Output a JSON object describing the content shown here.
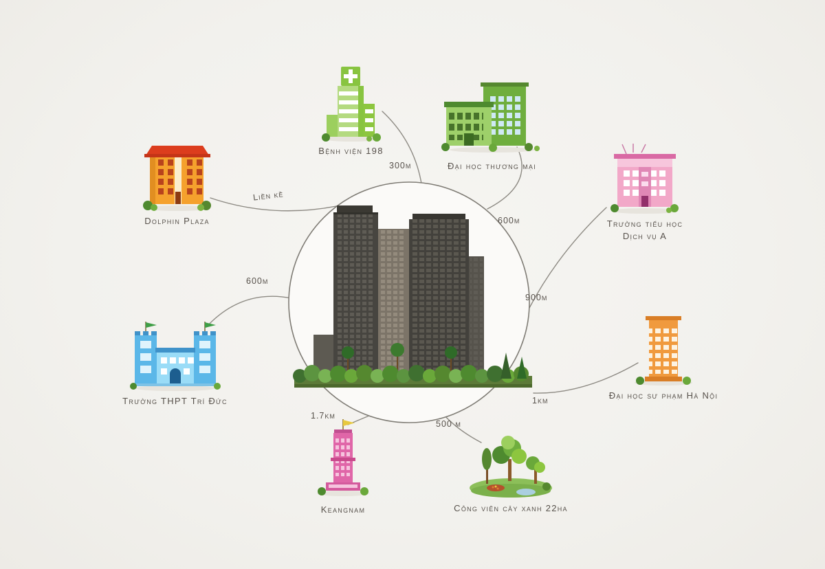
{
  "palette": {
    "background": "#f3f2ee",
    "connector_line": "#8d8a83",
    "circle_stroke": "#7f7c75",
    "label_text": "#56504a",
    "dolphin_orange": "#f5a12d",
    "dolphin_roof_red": "#dc3d1d",
    "hospital_green": "#b4da80",
    "hospital_sign_green": "#88c440",
    "university_green": "#6fae3e",
    "university_light_green": "#9ed06a",
    "primary_school_pink": "#f2a8c8",
    "primary_school_dark_pink": "#d96aa4",
    "pedagogy_orange": "#f09a3e",
    "park_green": "#6aa83a",
    "keangnam_pink": "#e066a8",
    "thpt_blue": "#5bb7e8",
    "thpt_light_blue": "#9adcf7",
    "tower_dark": "#43413c"
  },
  "landmarks": [
    {
      "id": "dolphin-plaza",
      "label": "Dolphin Plaza",
      "distance": "Liền kề"
    },
    {
      "id": "benh-vien-198",
      "label": "Bệnh viện 198",
      "distance": "300m"
    },
    {
      "id": "dai-hoc-thuong-mai",
      "label": "Đại học thương mại",
      "distance": "600m"
    },
    {
      "id": "truong-tieu-hoc-dich-vu-a",
      "label": "Trường tiểu học",
      "label2": "Dịch vụ A",
      "distance": "900m"
    },
    {
      "id": "dai-hoc-su-pham-ha-noi",
      "label": "Đại học sư phạm Hà Nội",
      "distance": "1km"
    },
    {
      "id": "cong-vien-cay-xanh-22ha",
      "label": "Công viên cây xanh 22ha",
      "distance": "500 m"
    },
    {
      "id": "keangnam",
      "label": "Keangnam",
      "distance": "1.7km"
    },
    {
      "id": "truong-thpt-tri-duc",
      "label": "Trường THPT Trí Đức",
      "distance": "600m"
    }
  ]
}
